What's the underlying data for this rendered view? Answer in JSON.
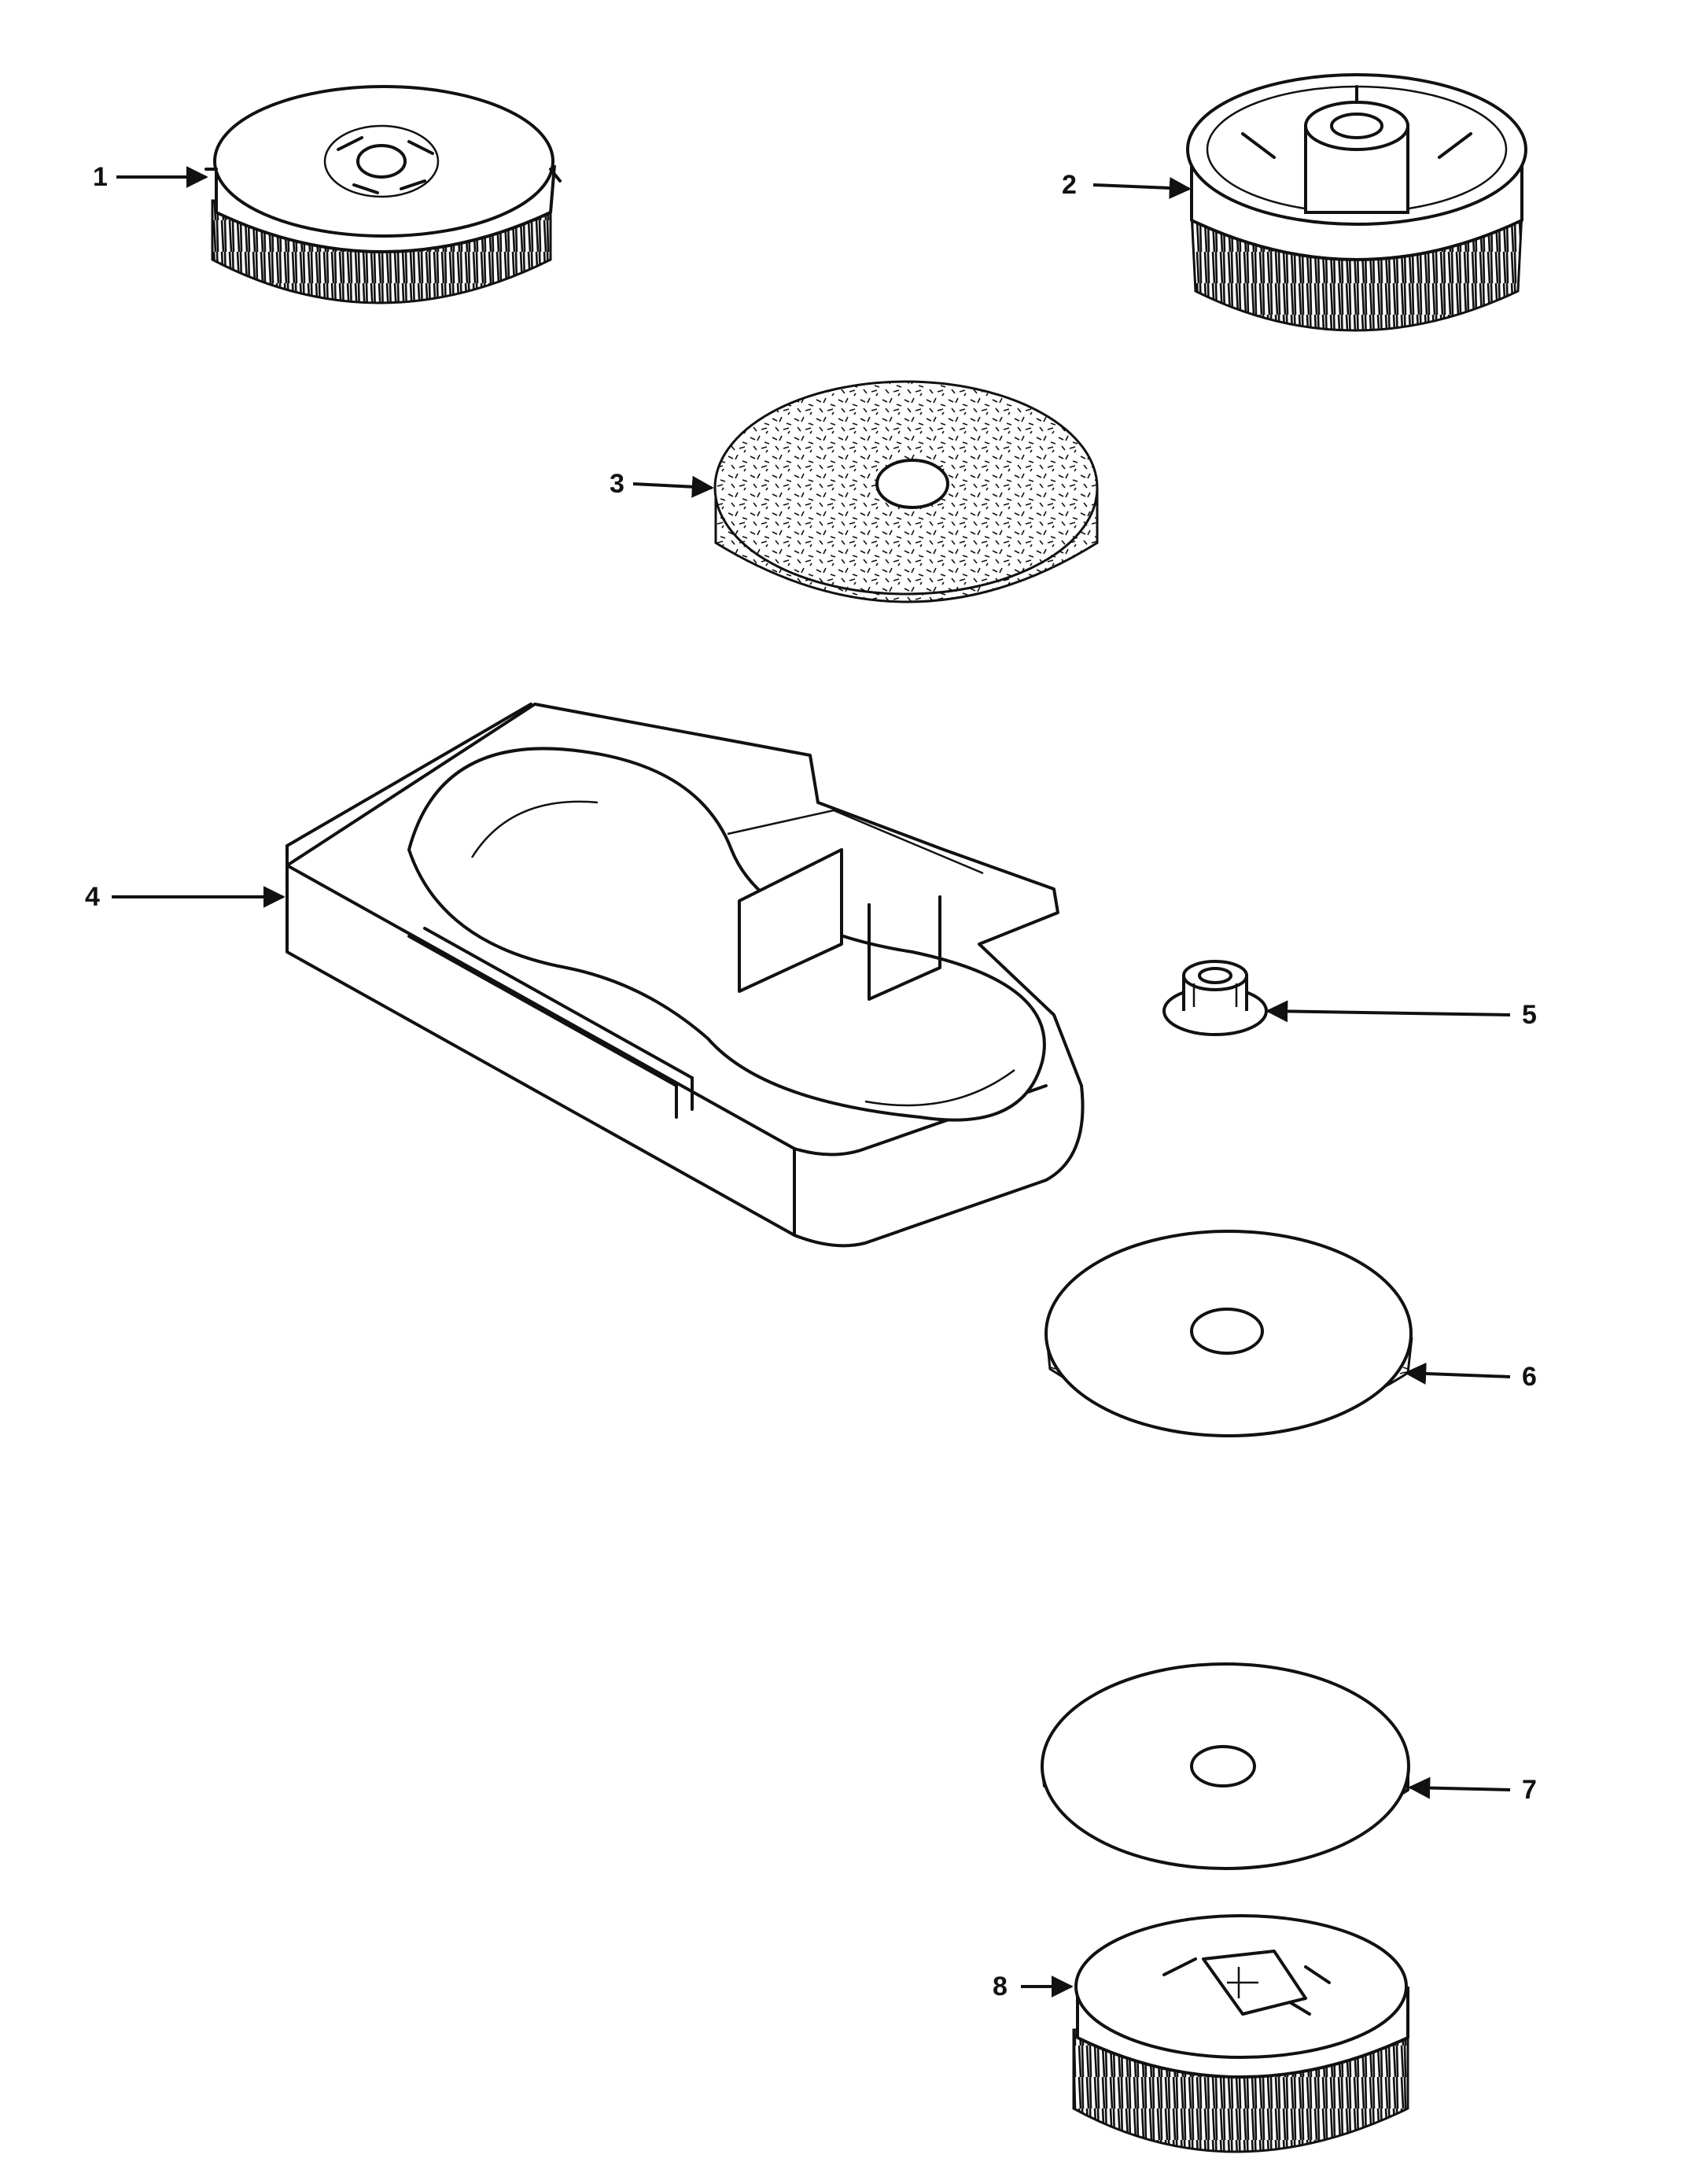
{
  "diagram": {
    "style": "exploded-parts-line-drawing",
    "callouts": [
      {
        "id": "1",
        "label": "1",
        "part": "brush-assembly-top-view"
      },
      {
        "id": "2",
        "label": "2",
        "part": "brush-assembly-open-hub"
      },
      {
        "id": "3",
        "label": "3",
        "part": "abrasive-pad"
      },
      {
        "id": "4",
        "label": "4",
        "part": "storage-tray"
      },
      {
        "id": "5",
        "label": "5",
        "part": "drive-hub-adapter"
      },
      {
        "id": "6",
        "label": "6",
        "part": "polishing-pad"
      },
      {
        "id": "7",
        "label": "7",
        "part": "pad-holder-disc"
      },
      {
        "id": "8",
        "label": "8",
        "part": "brush-assembly-bottom"
      }
    ],
    "colors": {
      "ink": "#111111",
      "paper": "#ffffff"
    }
  }
}
